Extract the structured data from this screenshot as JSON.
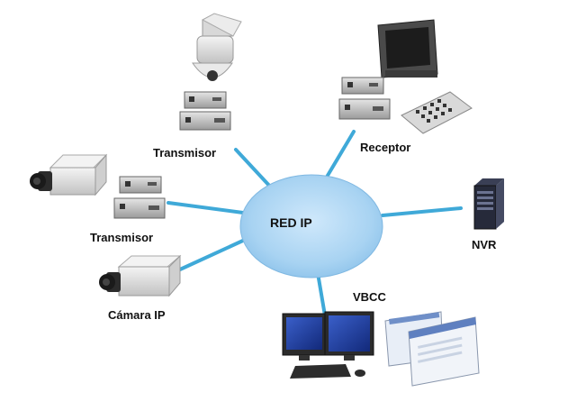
{
  "network": {
    "center_label": "RED IP",
    "line_color": "#3fa9d8",
    "cloud_fill": "#a8d3f2"
  },
  "nodes": {
    "transmisor_top": "Transmisor",
    "receptor": "Receptor",
    "transmisor_left": "Transmisor",
    "camara_ip": "Cámara IP",
    "nvr": "NVR",
    "vbcc": "VBCC"
  },
  "icons": [
    "dome-camera-icon",
    "encoder-box-icon",
    "crt-monitor-icon",
    "keyboard-controller-icon",
    "box-camera-icon",
    "server-tower-icon",
    "workstation-icon",
    "software-window-icon"
  ]
}
